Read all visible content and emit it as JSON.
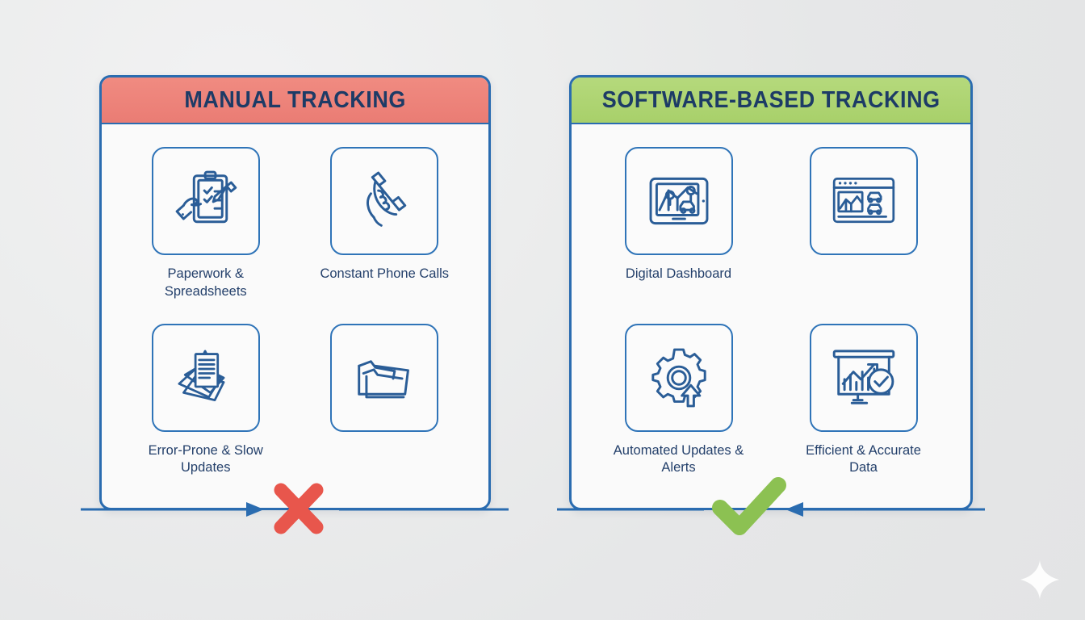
{
  "theme": {
    "background": "#e8e9ea",
    "card_bg": "#fafafa",
    "card_border": "#2a6cb0",
    "icon_stroke": "#2a5d97",
    "label_color": "#24406b",
    "manual_header_bg": "#ef8179",
    "software_header_bg": "#aed36e",
    "header_text": "#1d3b66",
    "cross_color": "#e8564c",
    "check_color": "#8cc152",
    "arrow_color": "#2a6cb0",
    "sparkle_color": "#ffffff"
  },
  "panels": [
    {
      "id": "manual",
      "title": "MANUAL TRACKING",
      "verdict": "cross",
      "arrow_direction": "right",
      "items": [
        {
          "label": "Paperwork & Spreadsheets",
          "icon": "clipboard-hand-icon"
        },
        {
          "label": "Constant Phone Calls",
          "icon": "phone-hand-icon"
        },
        {
          "label": "Error-Prone & Slow Updates",
          "icon": "scattered-papers-icon"
        },
        {
          "label": "",
          "icon": "open-folder-icon"
        }
      ]
    },
    {
      "id": "software",
      "title": "SOFTWARE-BASED TRACKING",
      "verdict": "check",
      "arrow_direction": "left",
      "items": [
        {
          "label": "Digital Dashboard",
          "icon": "tablet-map-icon"
        },
        {
          "label": "",
          "icon": "browser-fleet-icon"
        },
        {
          "label": "Automated Updates & Alerts",
          "icon": "gear-arrow-icon"
        },
        {
          "label": "Efficient & Accurate Data",
          "icon": "chart-check-icon"
        }
      ]
    }
  ],
  "decoration": {
    "sparkle": "sparkle-icon"
  }
}
